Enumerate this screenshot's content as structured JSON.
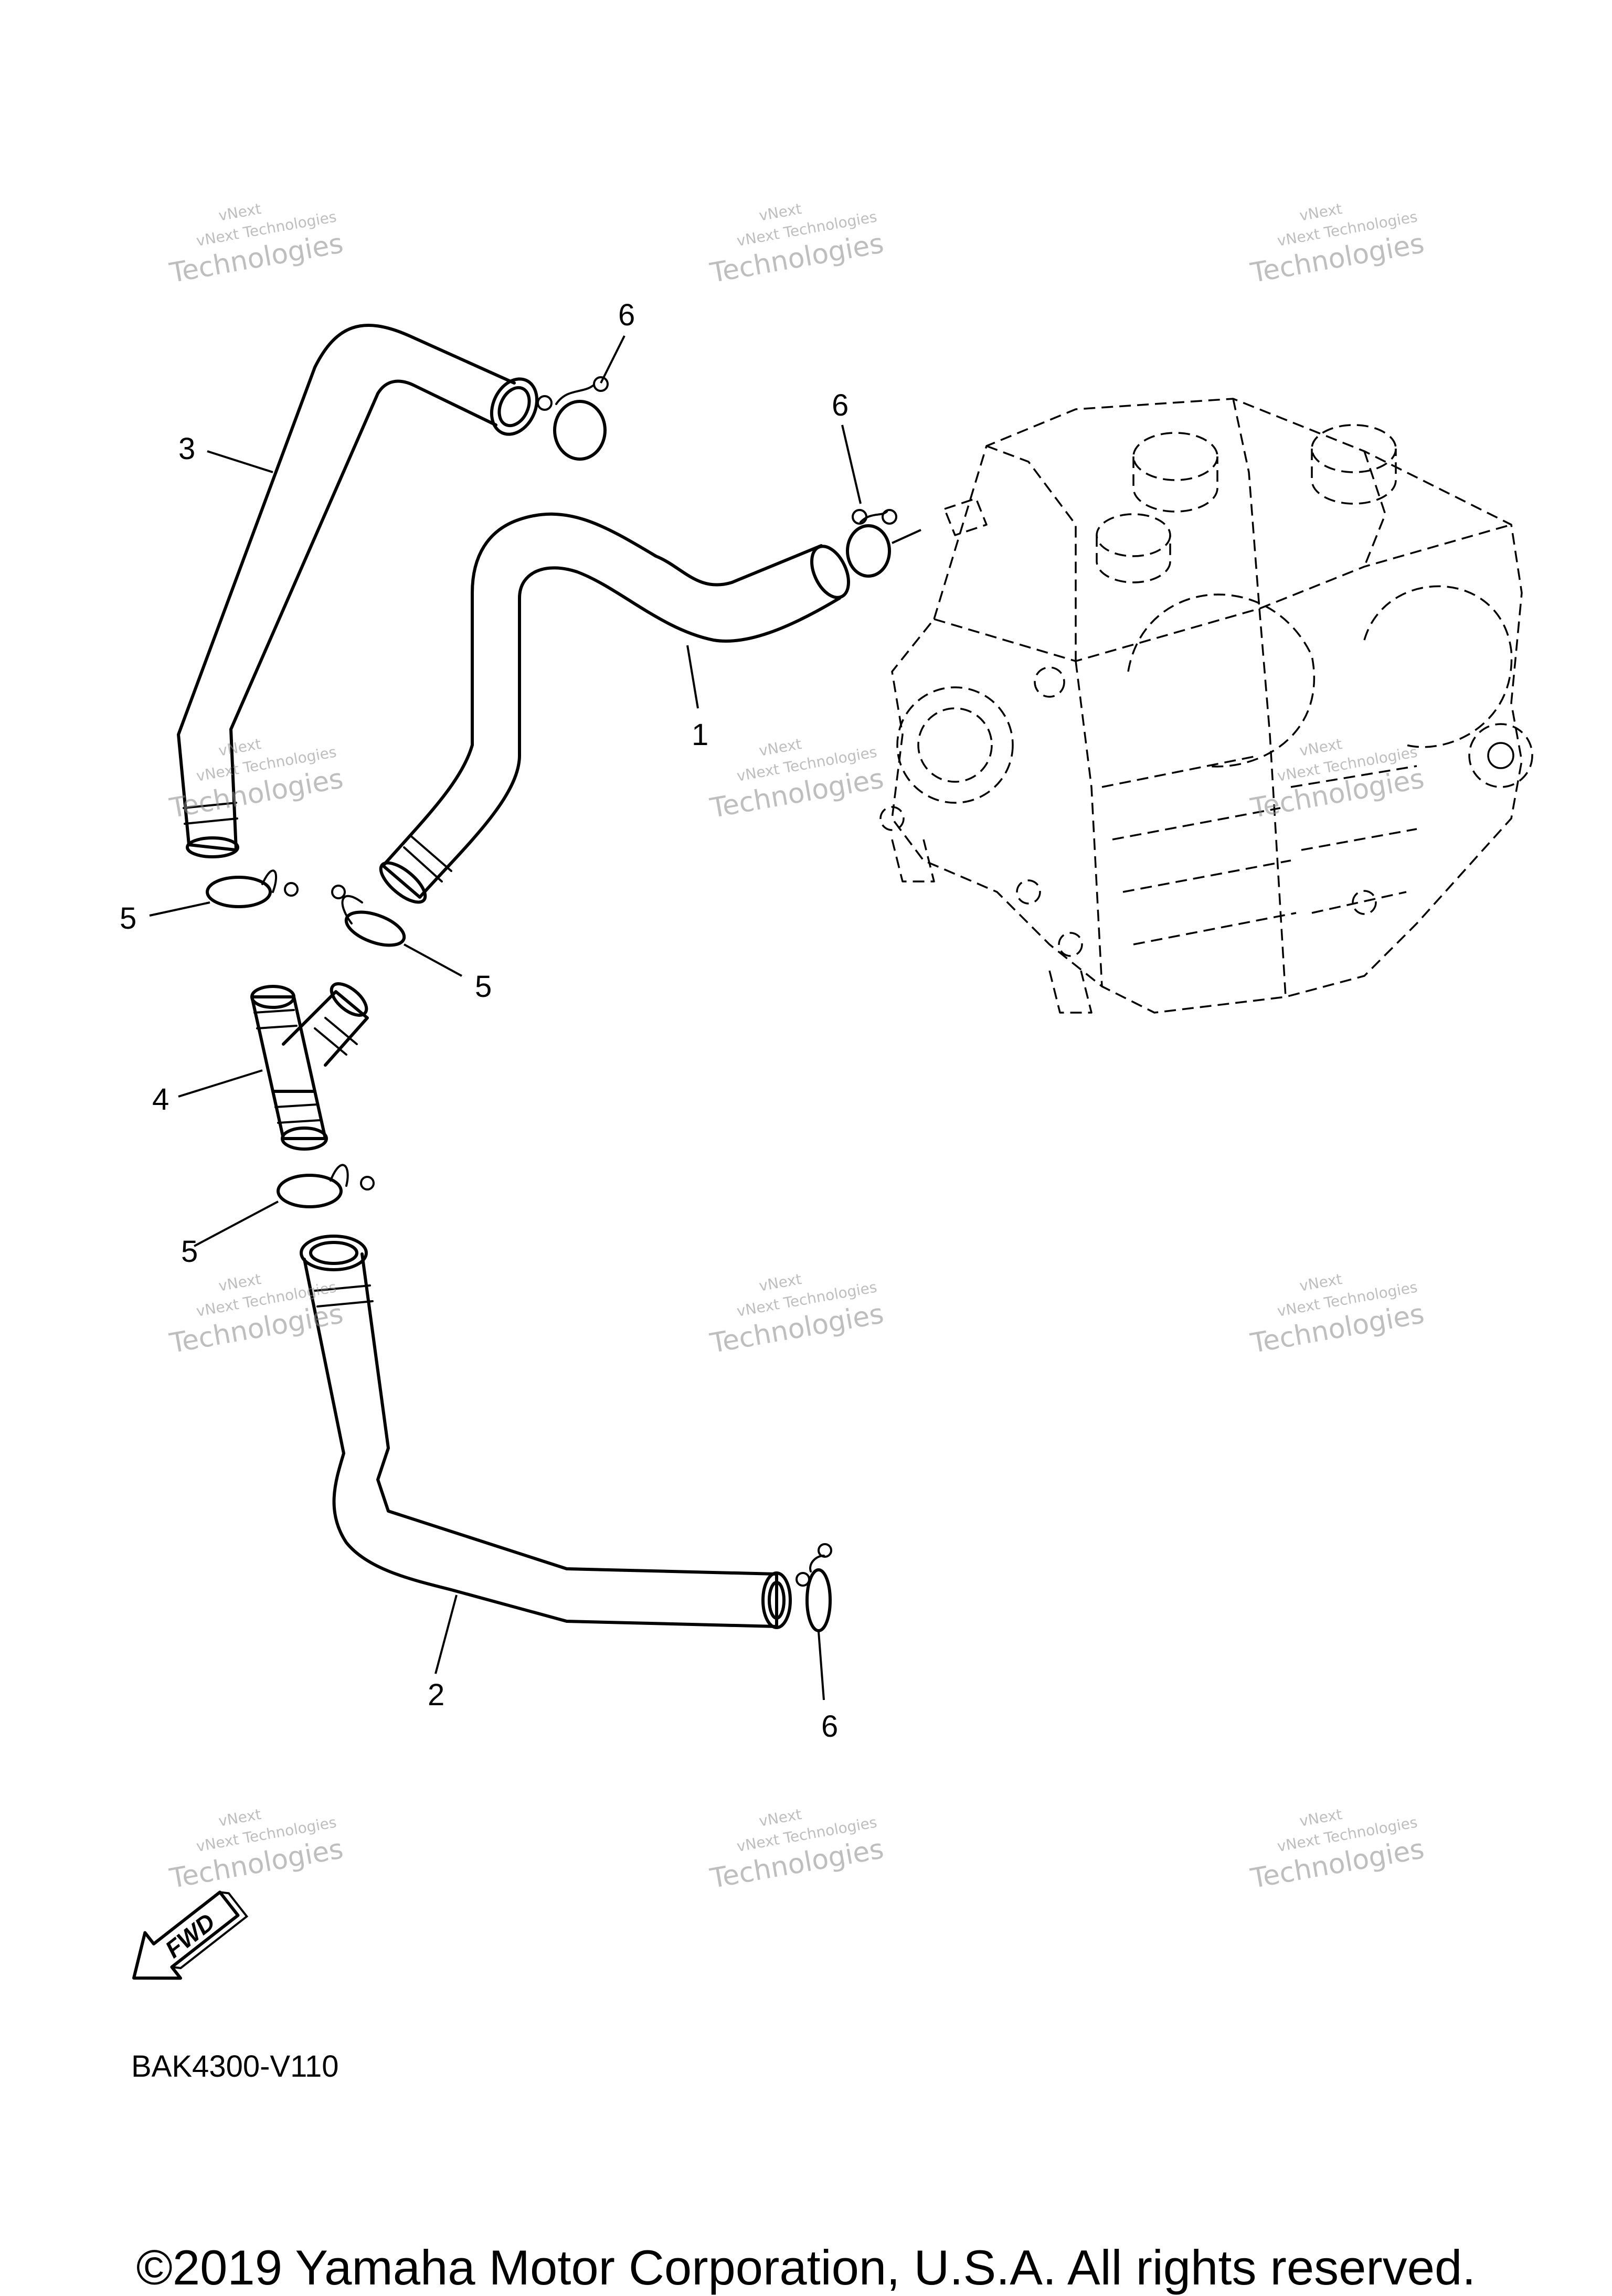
{
  "callouts": {
    "hose_1": "1",
    "hose_2": "2",
    "hose_3": "3",
    "joint_4": "4",
    "clamp_5": "5",
    "clip_6": "6"
  },
  "watermark": {
    "line1": "vNext",
    "line2": "vNext Technologies",
    "line3": "Technologies"
  },
  "fwd_label": "FWD",
  "diagram_code": "BAK4300-V110",
  "copyright": "©2019 Yamaha Motor Corporation, U.S.A. All rights reserved."
}
